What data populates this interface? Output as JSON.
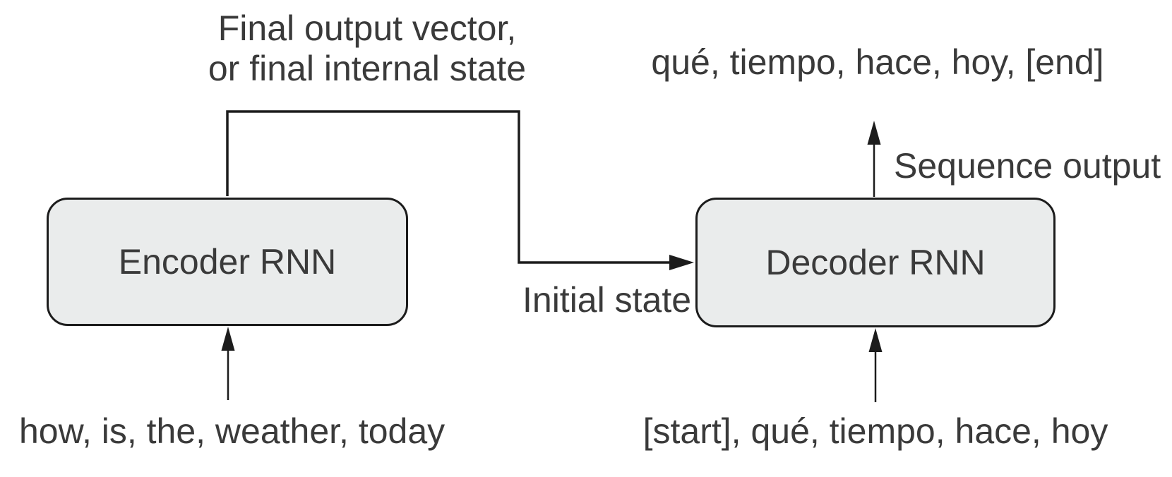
{
  "diagram": {
    "note": {
      "line1": "Final output vector,",
      "line2": "or final internal state"
    },
    "encoder": {
      "label": "Encoder RNN",
      "input": "how, is, the, weather, today"
    },
    "decoder": {
      "label": "Decoder RNN",
      "input": "[start], qué, tiempo, hace, hoy",
      "output": "qué, tiempo, hace, hoy, [end]"
    },
    "labels": {
      "initial_state": "Initial state",
      "sequence_output": "Sequence output"
    },
    "colors": {
      "background": "#ffffff",
      "box_fill": "#eaecec",
      "box_border": "#1c1c1c",
      "line": "#1c1c1c",
      "text": "#3a3a3a"
    }
  }
}
